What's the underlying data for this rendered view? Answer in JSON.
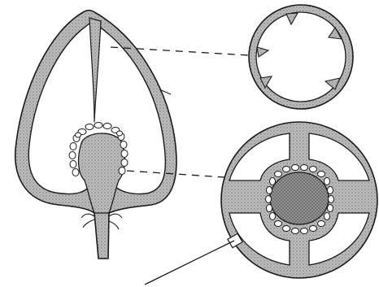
{
  "figure": {
    "description_labels": [],
    "colors": {
      "ink": "#1a1a1a",
      "tissue_fill": "#b9b9b9",
      "cavity": "#ffffff",
      "placenta_fill": "#8f8f8f",
      "ovule_fill": "#ffffff",
      "background": "#ffffff"
    },
    "parts": [
      {
        "name": "longitudinal-section",
        "icon": "fruit-longitudinal-section"
      },
      {
        "name": "upper-cross-section",
        "icon": "fruit-cross-section-upper"
      },
      {
        "name": "lower-cross-section",
        "icon": "fruit-cross-section-lower"
      },
      {
        "name": "pointer-line",
        "icon": "leader-line"
      }
    ]
  }
}
